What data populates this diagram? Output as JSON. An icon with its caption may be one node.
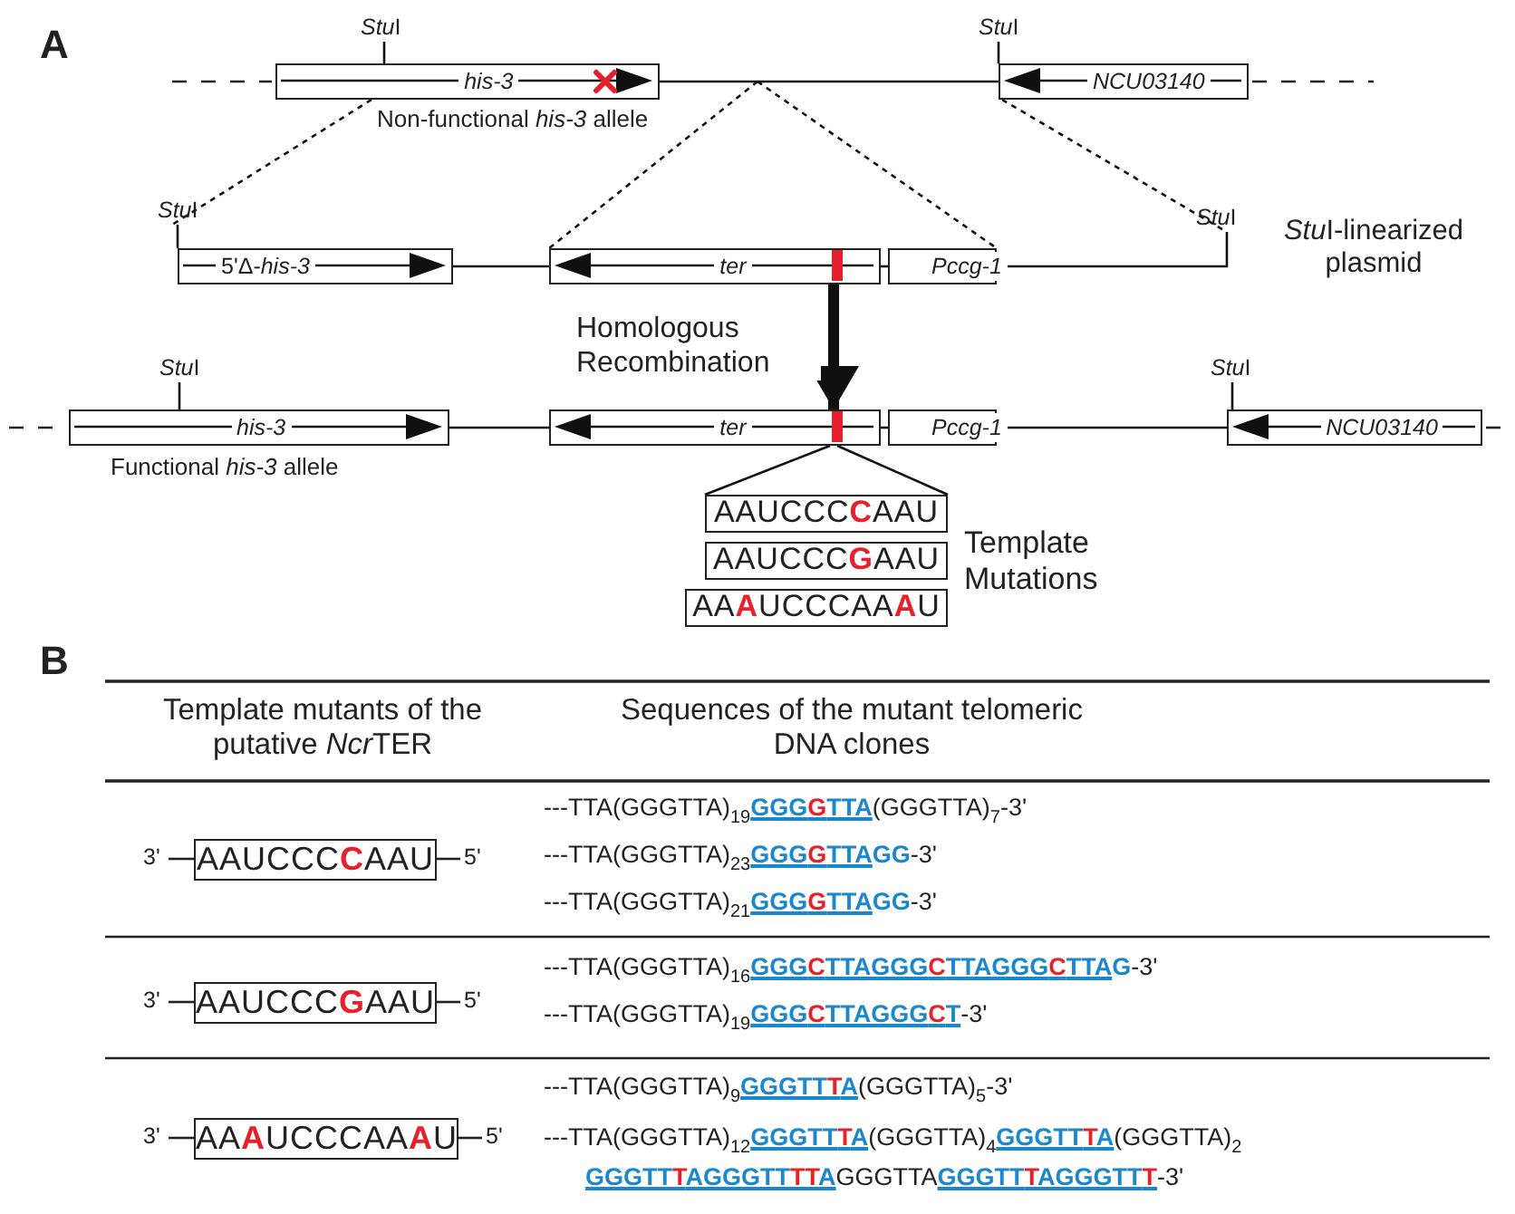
{
  "diagram": {
    "nodes": [
      {
        "text": [
          "StuI"
        ]
      },
      {
        "text": [
          "StuI"
        ]
      },
      {
        "text": [
          "his-3"
        ],
        "beside": [
          "Non-functional *his-3* allele"
        ]
      },
      {
        "text": [
          "NCU03140"
        ]
      },
      {
        "text": [
          "StuI"
        ]
      },
      {
        "text": [
          "StuI"
        ]
      },
      {
        "text": [
          "5'Δ-*his-3*"
        ]
      },
      {
        "text": [
          "ter"
        ]
      },
      {
        "text": [
          "Pccg-1"
        ]
      },
      {
        "text": [
          "StuI"
        ]
      },
      {
        "text": [
          "StuI"
        ]
      },
      {
        "text": [
          "his-3"
        ],
        "beside": [
          "Functional *his-3* allele"
        ]
      },
      {
        "text": [
          "ter"
        ]
      },
      {
        "text": [
          "Pccg-1"
        ]
      },
      {
        "text": [
          "NCU03140"
        ]
      },
      {
        "text": [
          "AAUCCC**C**AAU"
        ]
      },
      {
        "text": [
          "AAUCCC**G**AAU"
        ]
      },
      {
        "text": [
          "AA**A**UCCCAA**A**U"
        ]
      },
      {
        "text": [
          "AAUCCC**C**AAU"
        ],
        "beside": [
          "3'",
          "5'"
        ]
      },
      {
        "text": [
          "AAUCCC**G**AAU"
        ],
        "beside": [
          "3'",
          "5'"
        ]
      },
      {
        "text": [
          "AA**A**UCCCAA**A**U"
        ],
        "beside": [
          "3'",
          "5'"
        ]
      }
    ],
    "edges": [
      {
        "from": 0,
        "to": 2,
        "arrow": "none"
      },
      {
        "from": 1,
        "to": 3,
        "arrow": "none"
      },
      {
        "from": 2,
        "to": 3,
        "arrow": "none"
      },
      {
        "from": 2,
        "to": 4,
        "arrow": "none",
        "style": "dashed"
      },
      {
        "from": null,
        "to": 7,
        "arrow": "none",
        "style": "dashed"
      },
      {
        "from": null,
        "to": 8,
        "arrow": "none",
        "style": "dashed"
      },
      {
        "from": 3,
        "to": 5,
        "arrow": "none",
        "style": "dashed"
      },
      {
        "from": 4,
        "to": 6,
        "arrow": "none"
      },
      {
        "from": 6,
        "to": 7,
        "arrow": "none"
      },
      {
        "from": 7,
        "to": 8,
        "arrow": "none"
      },
      {
        "from": 8,
        "to": 5,
        "arrow": "none"
      },
      {
        "from": 7,
        "to": 12,
        "arrow": "to",
        "label": "Homologous Recombination",
        "style": "thick"
      },
      {
        "from": 9,
        "to": 11,
        "arrow": "none"
      },
      {
        "from": 10,
        "to": 14,
        "arrow": "none"
      },
      {
        "from": 11,
        "to": 12,
        "arrow": "none"
      },
      {
        "from": 12,
        "to": 13,
        "arrow": "none"
      },
      {
        "from": 13,
        "to": 14,
        "arrow": "none"
      },
      {
        "from": 12,
        "to": 15,
        "arrow": "none"
      },
      {
        "from": 12,
        "to": 15,
        "arrow": "none"
      }
    ],
    "labels": [
      "A",
      "StuI-linearized plasmid",
      "Template Mutations",
      "B",
      "Template mutants of the putative NcrTER",
      "Sequences of the mutant telomeric DNA clones",
      "---TTA(GGGTTA)$_{19}$**GGGGTTA**(GGGTTA)$_{7}$-3'",
      "---TTA(GGGTTA)$_{23}$**GGGGTTAGG**-3'",
      "---TTA(GGGTTA)$_{21}$**GGGGTTAGG**-3'",
      "---TTA(GGGTTA)$_{16}$**GGGCTTAGGGCTTAGGGCTTAG**-3'",
      "---TTA(GGGTTA)$_{19}$**GGGCTTAGGGCT**-3'",
      "---TTA(GGGTTA)$_{9}$**GGGTTTA**(GGGTTA)$_{5}$-3'",
      "---TTA(GGGTTA)$_{12}$**GGGTTTA**(GGGTTA)$_{4}$**GGGTTTA**(GGGTTA)$_{2}$ **GGGTTTAGGGTTTTA**GGGTTA**GGGTTTAGGGTTT**-3'"
    ]
  }
}
